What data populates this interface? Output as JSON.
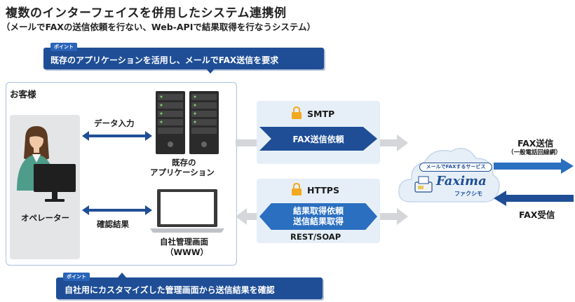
{
  "header": {
    "title": "複数のインターフェイスを併用したシステム連携例",
    "subtitle": "（メールでFAXの送信依頼を行ない、Web-APIで結果取得を行なうシステム）"
  },
  "point_top": {
    "tag": "ポイント",
    "text": "既存のアプリケーションを活用し、メールでFAX送信を要求"
  },
  "point_bottom": {
    "tag": "ポイント",
    "text": "自社用にカスタマイズした管理画面から送信結果を確認"
  },
  "customer": {
    "label": "お客様",
    "operator_label": "オペレーター",
    "data_entry_label": "データ入力",
    "check_result_label": "確認結果",
    "app_label_line1": "既存の",
    "app_label_line2": "アプリケーション",
    "admin_label_line1": "自社管理画面",
    "admin_label_line2": "（WWW）"
  },
  "smtp": {
    "protocol": "SMTP",
    "action": "FAX送信依頼"
  },
  "https": {
    "protocol": "HTTPS",
    "action_line1": "結果取得依頼",
    "action_line2": "送信結果取得",
    "api": "REST/SOAP"
  },
  "service": {
    "banner": "メールでFAXするサービス",
    "logo": "Faxima",
    "logo_sub": "ファクシモ"
  },
  "fax_out": {
    "label": "FAX送信",
    "sub": "（一般電話回線網）"
  },
  "fax_in": {
    "label": "FAX受信"
  },
  "colors": {
    "navy": "#1f4e96",
    "blue": "#2a6fc0",
    "light_blue_bg": "#e6eff8",
    "gray_arrow": "#d4d6d9",
    "lock": "#f2a91f"
  }
}
